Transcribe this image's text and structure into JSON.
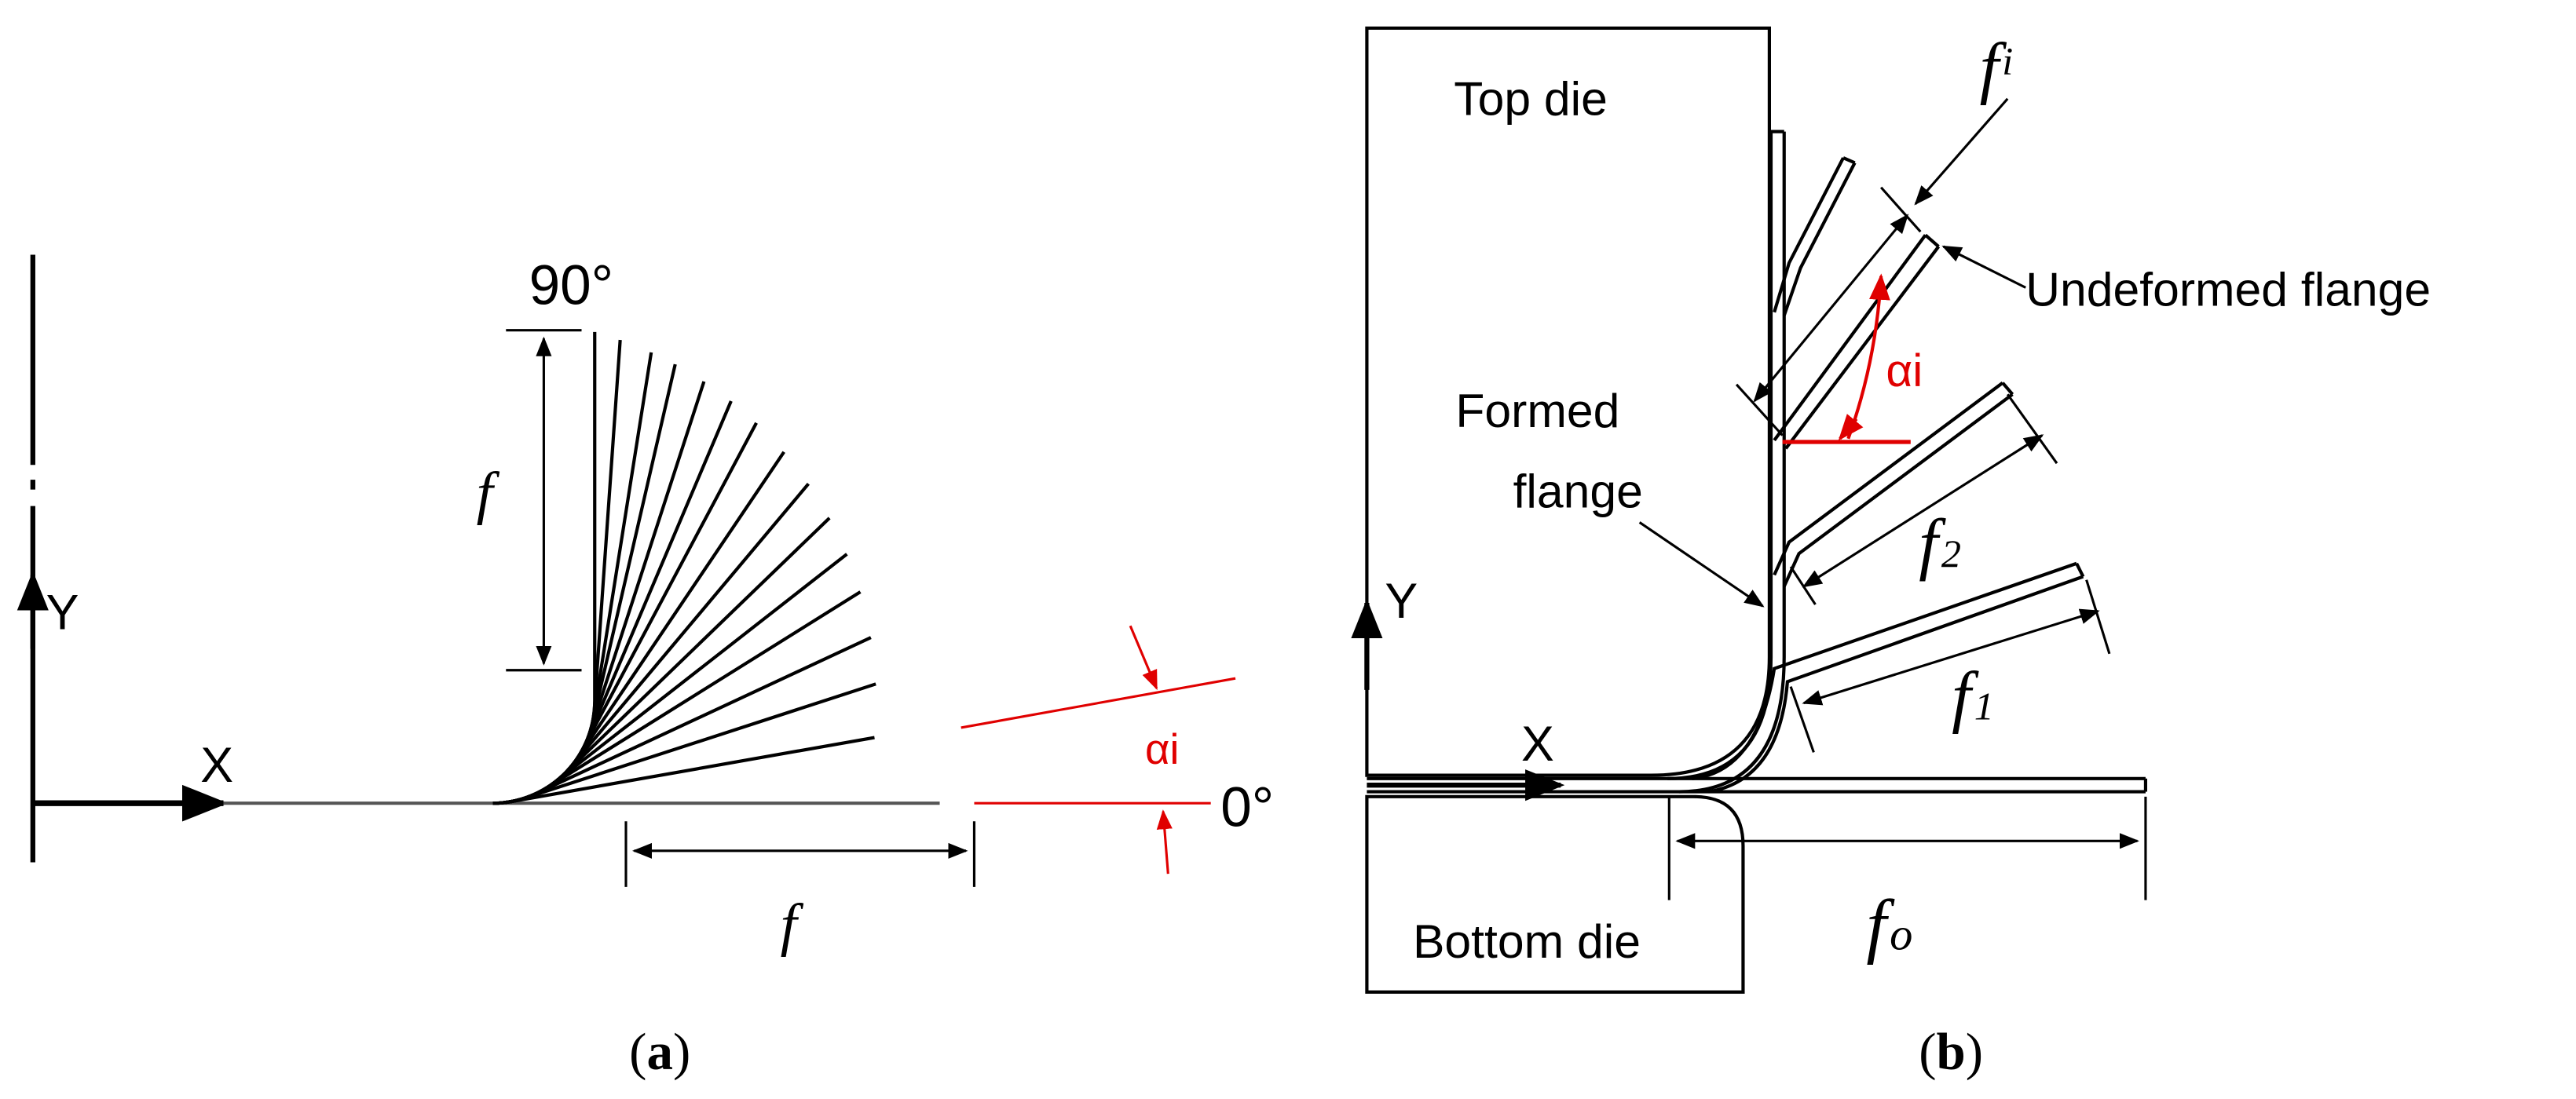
{
  "panel_a": {
    "caption_open": "(",
    "caption_letter": "a",
    "caption_close": ")",
    "angle_90": "90°",
    "angle_0": "0°",
    "dim_f_vertical": "f",
    "dim_f_horizontal": "f",
    "axis_x": "X",
    "axis_y": "Y",
    "alpha_i": "αi",
    "bend_angles_deg": [
      0,
      10,
      18,
      25,
      32,
      38,
      44,
      50,
      56,
      62,
      67,
      72,
      77,
      81,
      86,
      90
    ],
    "colors": {
      "line": "#000000",
      "accent": "#e00000"
    }
  },
  "panel_b": {
    "caption_open": "(",
    "caption_letter": "b",
    "caption_close": ")",
    "top_die": "Top die",
    "bottom_die": "Bottom die",
    "formed_flange_line1": "Formed",
    "formed_flange_line2": "flange",
    "undeformed_flange": "Undeformed flange",
    "dim_fi": "fi",
    "dim_f2": "f2",
    "dim_f1": "f1",
    "dim_fo": "fo",
    "axis_x": "X",
    "axis_y": "Y",
    "alpha_i": "αi",
    "colors": {
      "line": "#000000",
      "accent": "#e00000"
    }
  }
}
